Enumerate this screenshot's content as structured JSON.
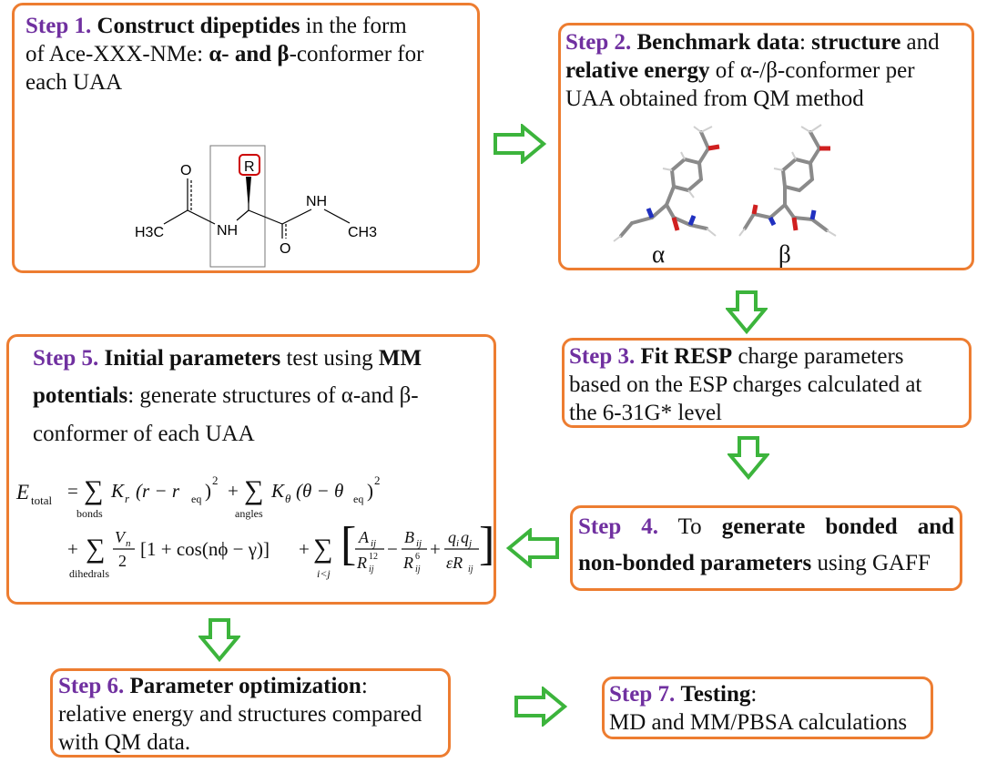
{
  "colors": {
    "box_border": "#ED7D31",
    "arrow": "#3CB43C",
    "step_label": "#7030A0"
  },
  "step1": {
    "label": "Step 1.",
    "bold_a": "Construct dipeptides",
    "text_a": " in the form",
    "text_b": "of Ace-XXX-NMe: ",
    "bold_b": "α- and β",
    "text_c": "-conformer for",
    "text_d": "each UAA",
    "molecule": {
      "r": "R",
      "o_left": "O",
      "nh_left": "NH",
      "h3c": "H3C",
      "o_bottom": "O",
      "nh_right": "NH",
      "ch3": "CH3"
    }
  },
  "step2": {
    "label": "Step 2.",
    "bold_a": "Benchmark data",
    "text_a": ": ",
    "bold_b": "structure",
    "text_b": " and",
    "bold_c": "relative energy",
    "text_c": " of α-/β-conformer per",
    "text_d": "UAA obtained from QM method",
    "alpha": "α",
    "beta": "β"
  },
  "step3": {
    "label": "Step 3.",
    "bold_a": "Fit RESP",
    "text_a": " charge parameters",
    "text_b": "based on the ESP charges calculated at",
    "text_c": "the 6-31G* level"
  },
  "step4": {
    "label": "Step 4.",
    "text_a": "To ",
    "bold_a": "generate bonded and",
    "bold_b": "non-bonded parameters",
    "text_b": " using GAFF"
  },
  "step5": {
    "label": "Step 5.",
    "bold_a": "Initial parameters",
    "text_a": " test using ",
    "bold_b": "MM",
    "bold_c": "potentials",
    "text_b": ":  generate structures of α-and β-",
    "text_c": "conformer of each UAA"
  },
  "step6": {
    "label": "Step 6.",
    "bold_a": "Parameter optimization",
    "text_a": ":",
    "text_b": "relative energy and structures compared",
    "text_c": "with QM data."
  },
  "step7": {
    "label": "Step 7.",
    "bold_a": "Testing",
    "text_a": ":",
    "text_b": "MD and MM/PBSA calculations"
  },
  "equation": {
    "e": "E",
    "total": "total",
    "eq": "=",
    "sum": "∑",
    "bonds": "bonds",
    "angles": "angles",
    "dihedrals": "dihedrals",
    "kr": "K",
    "r_sub": "r",
    "theta_sub": "θ",
    "term1": "(r − r",
    "req": "eq",
    "close_sq": ")",
    "sq": "2",
    "plus": "+",
    "term2": "(θ − θ",
    "vn": "V",
    "n_sub": "n",
    "two": "2",
    "cos_term": "[1 + cos(nϕ − γ)]",
    "ij": "i<j",
    "aij": "A",
    "bij": "B",
    "qq": "q",
    "rij": "R",
    "ij_sub": "ij",
    "i_sub": "i",
    "j_sub": "j",
    "p12": "12",
    "p6": "6",
    "eps": "εR",
    "minus": "−"
  }
}
